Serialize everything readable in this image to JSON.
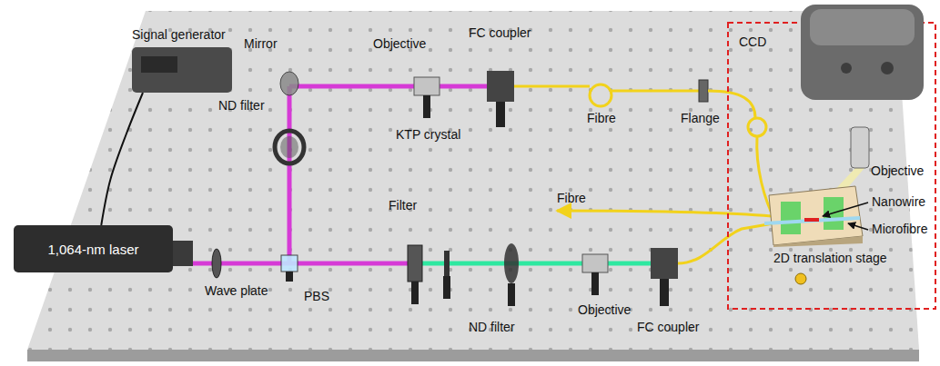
{
  "diagram": {
    "nodes": [
      {
        "text": [
          "Signal generator"
        ]
      },
      {
        "text": [
          "1,064-nm laser"
        ]
      }
    ],
    "edges": [
      {
        "from": 0,
        "to": 1,
        "arrow": "none"
      }
    ],
    "labels": [
      "Mirror",
      "FC coupler",
      "Objective",
      "CCD",
      "Fibre",
      "Flange",
      "ND filter",
      "KTP crystal",
      "Objective",
      "Fibre",
      "Filter",
      "Nanowire",
      "Microfibre",
      "2D translation stage",
      "Wave plate",
      "PBS",
      "Objective",
      "ND filter",
      "FC coupler"
    ]
  }
}
